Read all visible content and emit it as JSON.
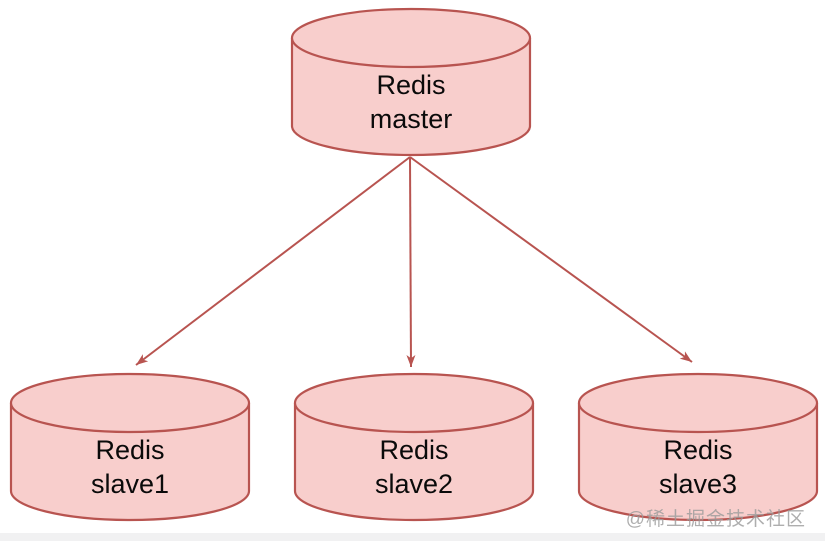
{
  "diagram": {
    "type": "topology",
    "nodes": [
      {
        "id": "master",
        "shape": "cylinder",
        "line1": "Redis",
        "line2": "master"
      },
      {
        "id": "slave1",
        "shape": "cylinder",
        "line1": "Redis",
        "line2": "slave1"
      },
      {
        "id": "slave2",
        "shape": "cylinder",
        "line1": "Redis",
        "line2": "slave2"
      },
      {
        "id": "slave3",
        "shape": "cylinder",
        "line1": "Redis",
        "line2": "slave3"
      }
    ],
    "edges": [
      {
        "from": "master",
        "to": "slave1",
        "style": "arrow"
      },
      {
        "from": "master",
        "to": "slave2",
        "style": "arrow"
      },
      {
        "from": "master",
        "to": "slave3",
        "style": "arrow"
      }
    ]
  },
  "watermark": {
    "text": "@稀土掘金技术社区"
  },
  "colors": {
    "background": "#ffffff",
    "node_fill": "#f8cecc",
    "node_stroke": "#b85450",
    "arrow": "#b85450",
    "text": "#0a0a0a",
    "watermark": "#9b9b9b",
    "bottom_bar": "#f1f1f2"
  }
}
